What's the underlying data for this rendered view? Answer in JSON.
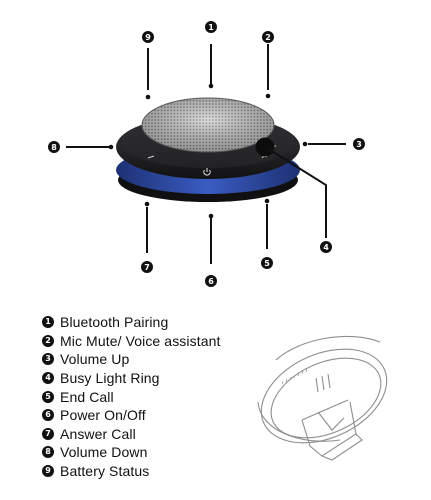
{
  "callouts": [
    "1",
    "2",
    "3",
    "4",
    "5",
    "6",
    "7",
    "8",
    "9"
  ],
  "legend": [
    {
      "num": "1",
      "label": "Bluetooth Pairing"
    },
    {
      "num": "2",
      "label": "Mic Mute/ Voice assistant"
    },
    {
      "num": "3",
      "label": "Volume Up"
    },
    {
      "num": "4",
      "label": "Busy Light Ring"
    },
    {
      "num": "5",
      "label": "End Call"
    },
    {
      "num": "6",
      "label": "Power On/Off"
    },
    {
      "num": "7",
      "label": "Answer Call"
    },
    {
      "num": "8",
      "label": "Volume Down"
    },
    {
      "num": "9",
      "label": "Battery Status"
    }
  ],
  "colors": {
    "ring": "#2f4fa8",
    "body": "#1c1c1e",
    "grille": "#b8b8ba",
    "callout": "#111111"
  },
  "icons": [
    "power-icon",
    "phone-icon",
    "minus-icon",
    "plus-icon",
    "usb-cable-icon",
    "speaker-stand-illustration"
  ]
}
